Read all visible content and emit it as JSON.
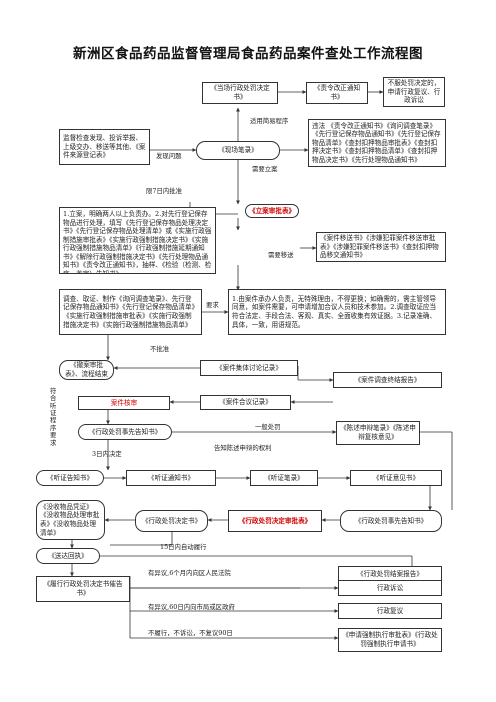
{
  "title": "新洲区食品药品监督管理局食品药品案件查处工作流程图",
  "boxes": {
    "b1": "《当场行政处罚决定书》",
    "b2": "《责令改正通知书》",
    "b3": "不服处罚决定的，申请行政复议、行政诉讼",
    "b4": "监督检查发现、投诉举报、上级交办、移送等其他、《案件来源登记表》",
    "b5": "《现场笔录》",
    "b6": "违法 《责令改正通知书》《询问调查笔录》《先行登记保存物品通知书》《先行登记保存物品清单》《查封扣押物品审批表》《查封扣押决定书》《查封扣押物品清单》《查封扣押物品决定书》《先行处理物品通知书》",
    "b7": "《立案审批表》",
    "b8": "1.立案，明确两人以上负责办。2.对先行登记保存物品进行处理，填写《先行登记保存物品处理决定书》《先行登记保存物品处理清单》或《实施行政强制措施审批表》《实施行政强制措施决定书》《实施行政强制措施物品清单》《行政强制措施延期通知书》《解除行政强制措施决定书》《先行处理物品通知书》《责令改正通知书》，抽样、《检验（检测、检疫、鉴定）告知书》。",
    "b9": "《案件移送书》《涉嫌犯罪案件移送审批表》《涉嫌犯罪案件移送书》《查封扣押物品移交通知书》",
    "b10": "调查、取证、制作《询问调查笔录》、先行登记保存物品通知书》《先行登记保存物品清单》《实施行政强制措施审批表》《实施行政强制措施决定书》《实施行政强制措施物品清单》",
    "b11": "1.由案件承办人负责，无特殊理由，不得更换；如确需的，需主管领导同意，如案件需要，可申请增加合议人员和技术参加。2.调查取证应当符合法定、手段合法、客观、真实、全面收集有效证据。3.记录准确、具体，一致，用语规范。",
    "b12": "《撤案审批表》、流程结束",
    "b13": "《案件集体讨论记录》",
    "b14": "《案件调查终结报告》",
    "b15": "案件核审",
    "b16": "《案件合议记录》",
    "b17": "《行政处罚事先告知书》",
    "b18": "《陈述申辩笔录》《陈述申辩复核意见》",
    "b19": "《听证告知书》",
    "b20": "《听证通知书》",
    "b21": "《听证笔录》",
    "b22": "《听证意见书》",
    "b23": "《没收物品凭证》《没收物品处理审批表》《没收物品处理清单》",
    "b24": "《行政处罚决定书》",
    "b25": "《行政处罚决定审批表》",
    "b26": "《行政处罚事先告知书》",
    "b27": "《送达回执》",
    "b28": "《行政处罚结案报告》",
    "b29": "《履行行政处罚决定书催告书》",
    "b30": "行政诉讼",
    "b31": "行政复议",
    "b32": "《申请强制执行审批表》《行政处罚强制执行申请书》"
  },
  "labels": {
    "l1": "适用简易程序",
    "l2": "发现问题",
    "l3": "需要立案",
    "l4": "限7日内批准",
    "l5": "需要移送",
    "l6": "要求",
    "l7": "不批准",
    "l8": "符合听证程序要求",
    "l9": "一般处罚",
    "l10": "3日内决定",
    "l11": "告知陈述申辩的权利",
    "l12": "15日内自动履行",
    "l13": "有异议,6个月内向区人民法院",
    "l14": "有异议,60日内向市局或区政府",
    "l15": "不履行，不诉讼，不复议90日"
  },
  "colors": {
    "red": "#d00000",
    "line": "#333333"
  }
}
